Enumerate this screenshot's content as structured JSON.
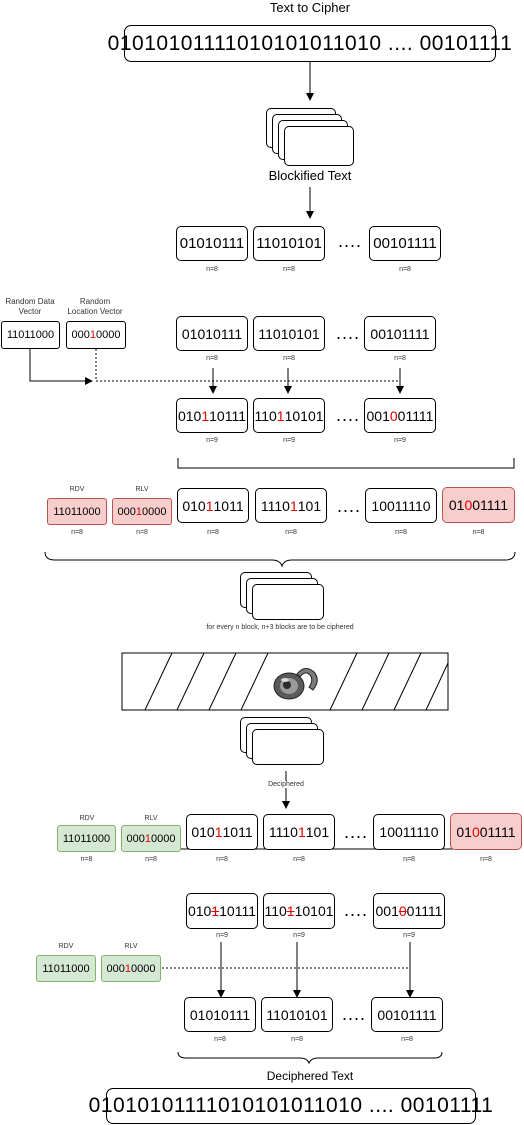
{
  "top": {
    "title": "Text to Cipher",
    "text": "01010101111010101011010 .... 00101111",
    "blockified_caption": "Blockified Text"
  },
  "blocks": {
    "row1": [
      "01010111",
      "11010101",
      "00101111"
    ],
    "row1_n": "n=8",
    "ellipsis": "....",
    "row2": [
      "01010111",
      "11010101",
      "00101111"
    ],
    "row2_n": "n=8",
    "row3": [
      {
        "a": "010",
        "b": "1",
        "c": "10111"
      },
      {
        "a": "110",
        "b": "1",
        "c": "10101"
      },
      {
        "a": "001",
        "b": "0",
        "c": "01111"
      }
    ],
    "row3_n": "n=9"
  },
  "random": {
    "rdv_label": "Random Data Vector",
    "rdv_value": "11011000",
    "rlv_label": "Random Location Vector",
    "rlv_a": "000",
    "rlv_b": "1",
    "rlv_c": "0000"
  },
  "cipher_row": {
    "rdv_label": "RDV",
    "rdv_value": "11011000",
    "rlv_label": "RLV",
    "rlv_a": "000",
    "rlv_b": "1",
    "rlv_c": "0000",
    "n": "n=8",
    "blocks": [
      {
        "a": "010",
        "b": "1",
        "c": "1011"
      },
      {
        "a": "1110",
        "b": "1",
        "c": "101"
      }
    ],
    "block_last": "10011110",
    "final": {
      "a": "01",
      "b": "0",
      "c": "01111"
    }
  },
  "stack_caption": "for every n block, n+3 blocks are to be ciphered",
  "deciphered_label": "Deciphered",
  "decipher_row": {
    "rdv_label": "RDV",
    "rdv_value": "11011000",
    "rlv_label": "RLV",
    "rlv_a": "000",
    "rlv_b": "1",
    "rlv_c": "0000",
    "n": "n=8",
    "blocks": [
      {
        "a": "010",
        "b": "1",
        "c": "1011"
      },
      {
        "a": "1110",
        "b": "1",
        "c": "101"
      }
    ],
    "block_last": "10011110",
    "final": {
      "a": "01",
      "b": "0",
      "c": "01111"
    }
  },
  "strike_row": {
    "items": [
      {
        "a": "010",
        "b": "1",
        "c": "10111"
      },
      {
        "a": "110",
        "b": "1",
        "c": "10101"
      },
      {
        "a": "001",
        "b": "0",
        "c": "01111"
      }
    ],
    "n": "n=9"
  },
  "rdv2": {
    "rdv_label": "RDV",
    "rdv_value": "11011000",
    "rlv_label": "RLV",
    "rlv_a": "000",
    "rlv_b": "1",
    "rlv_c": "0000"
  },
  "result_row": {
    "blocks": [
      "01010111",
      "11010101",
      "00101111"
    ],
    "n": "n=8"
  },
  "bottom": {
    "title": "Deciphered Text",
    "text": "01010101111010101011010 .... 00101111"
  },
  "colors": {
    "red_fill": "#f8cecc",
    "green_fill": "#d5e8d4",
    "highlight": "#e00000"
  },
  "icons": [
    "lock-icon"
  ]
}
